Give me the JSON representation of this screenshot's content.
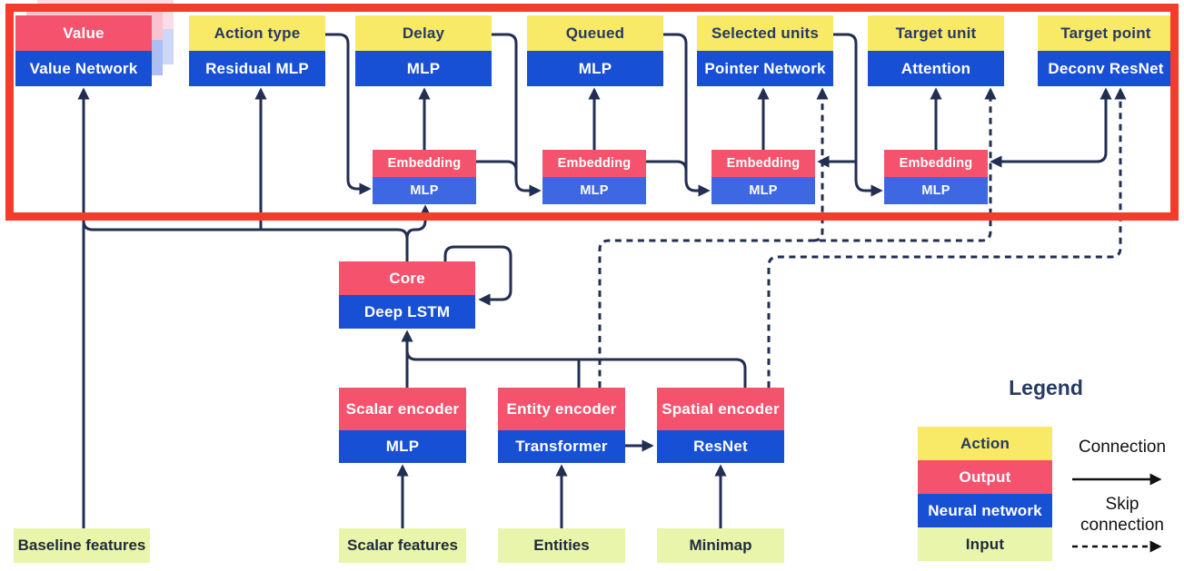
{
  "nodes": {
    "value": {
      "top": "Value",
      "bottom": "Value Network",
      "top_type": "output",
      "bottom_type": "neural_network"
    },
    "action_type": {
      "top": "Action type",
      "bottom": "Residual MLP",
      "top_type": "action",
      "bottom_type": "neural_network"
    },
    "delay": {
      "top": "Delay",
      "bottom": "MLP",
      "top_type": "action",
      "bottom_type": "neural_network"
    },
    "queued": {
      "top": "Queued",
      "bottom": "MLP",
      "top_type": "action",
      "bottom_type": "neural_network"
    },
    "selected_units": {
      "top": "Selected units",
      "bottom": "Pointer Network",
      "top_type": "action",
      "bottom_type": "neural_network"
    },
    "target_unit": {
      "top": "Target unit",
      "bottom": "Attention",
      "top_type": "action",
      "bottom_type": "neural_network"
    },
    "target_point": {
      "top": "Target point",
      "bottom": "Deconv ResNet",
      "top_type": "action",
      "bottom_type": "neural_network"
    },
    "embedding": {
      "top": "Embedding",
      "bottom": "MLP",
      "top_type": "output",
      "bottom_type": "neural_network"
    },
    "core": {
      "top": "Core",
      "bottom": "Deep LSTM",
      "top_type": "output",
      "bottom_type": "neural_network"
    },
    "scalar_encoder": {
      "top": "Scalar encoder",
      "bottom": "MLP",
      "top_type": "output",
      "bottom_type": "neural_network"
    },
    "entity_encoder": {
      "top": "Entity encoder",
      "bottom": "Transformer",
      "top_type": "output",
      "bottom_type": "neural_network"
    },
    "spatial_encoder": {
      "top": "Spatial encoder",
      "bottom": "ResNet",
      "top_type": "output",
      "bottom_type": "neural_network"
    }
  },
  "inputs": {
    "baseline": "Baseline features",
    "scalar": "Scalar features",
    "entities": "Entities",
    "minimap": "Minimap"
  },
  "legend": {
    "title": "Legend",
    "items": [
      {
        "label": "Action",
        "color": "#f8e967"
      },
      {
        "label": "Output",
        "color": "#f5536d"
      },
      {
        "label": "Neural network",
        "color": "#1750d4"
      },
      {
        "label": "Input",
        "color": "#e9f5ab"
      }
    ],
    "connection_label": "Connection",
    "skip_connection_label": "Skip connection"
  },
  "palette": {
    "action_yellow": "#f8e967",
    "output_pink": "#f5536d",
    "neural_network_blue": "#1750d4",
    "embedding_mlp_blue": "#3d68e2",
    "input_green": "#e9f5ab",
    "wire_navy": "#222e52",
    "highlight_frame_red": "#f43b2c",
    "ghost_pink": "#f9c3d1",
    "ghost_blue": "#afbef2"
  }
}
